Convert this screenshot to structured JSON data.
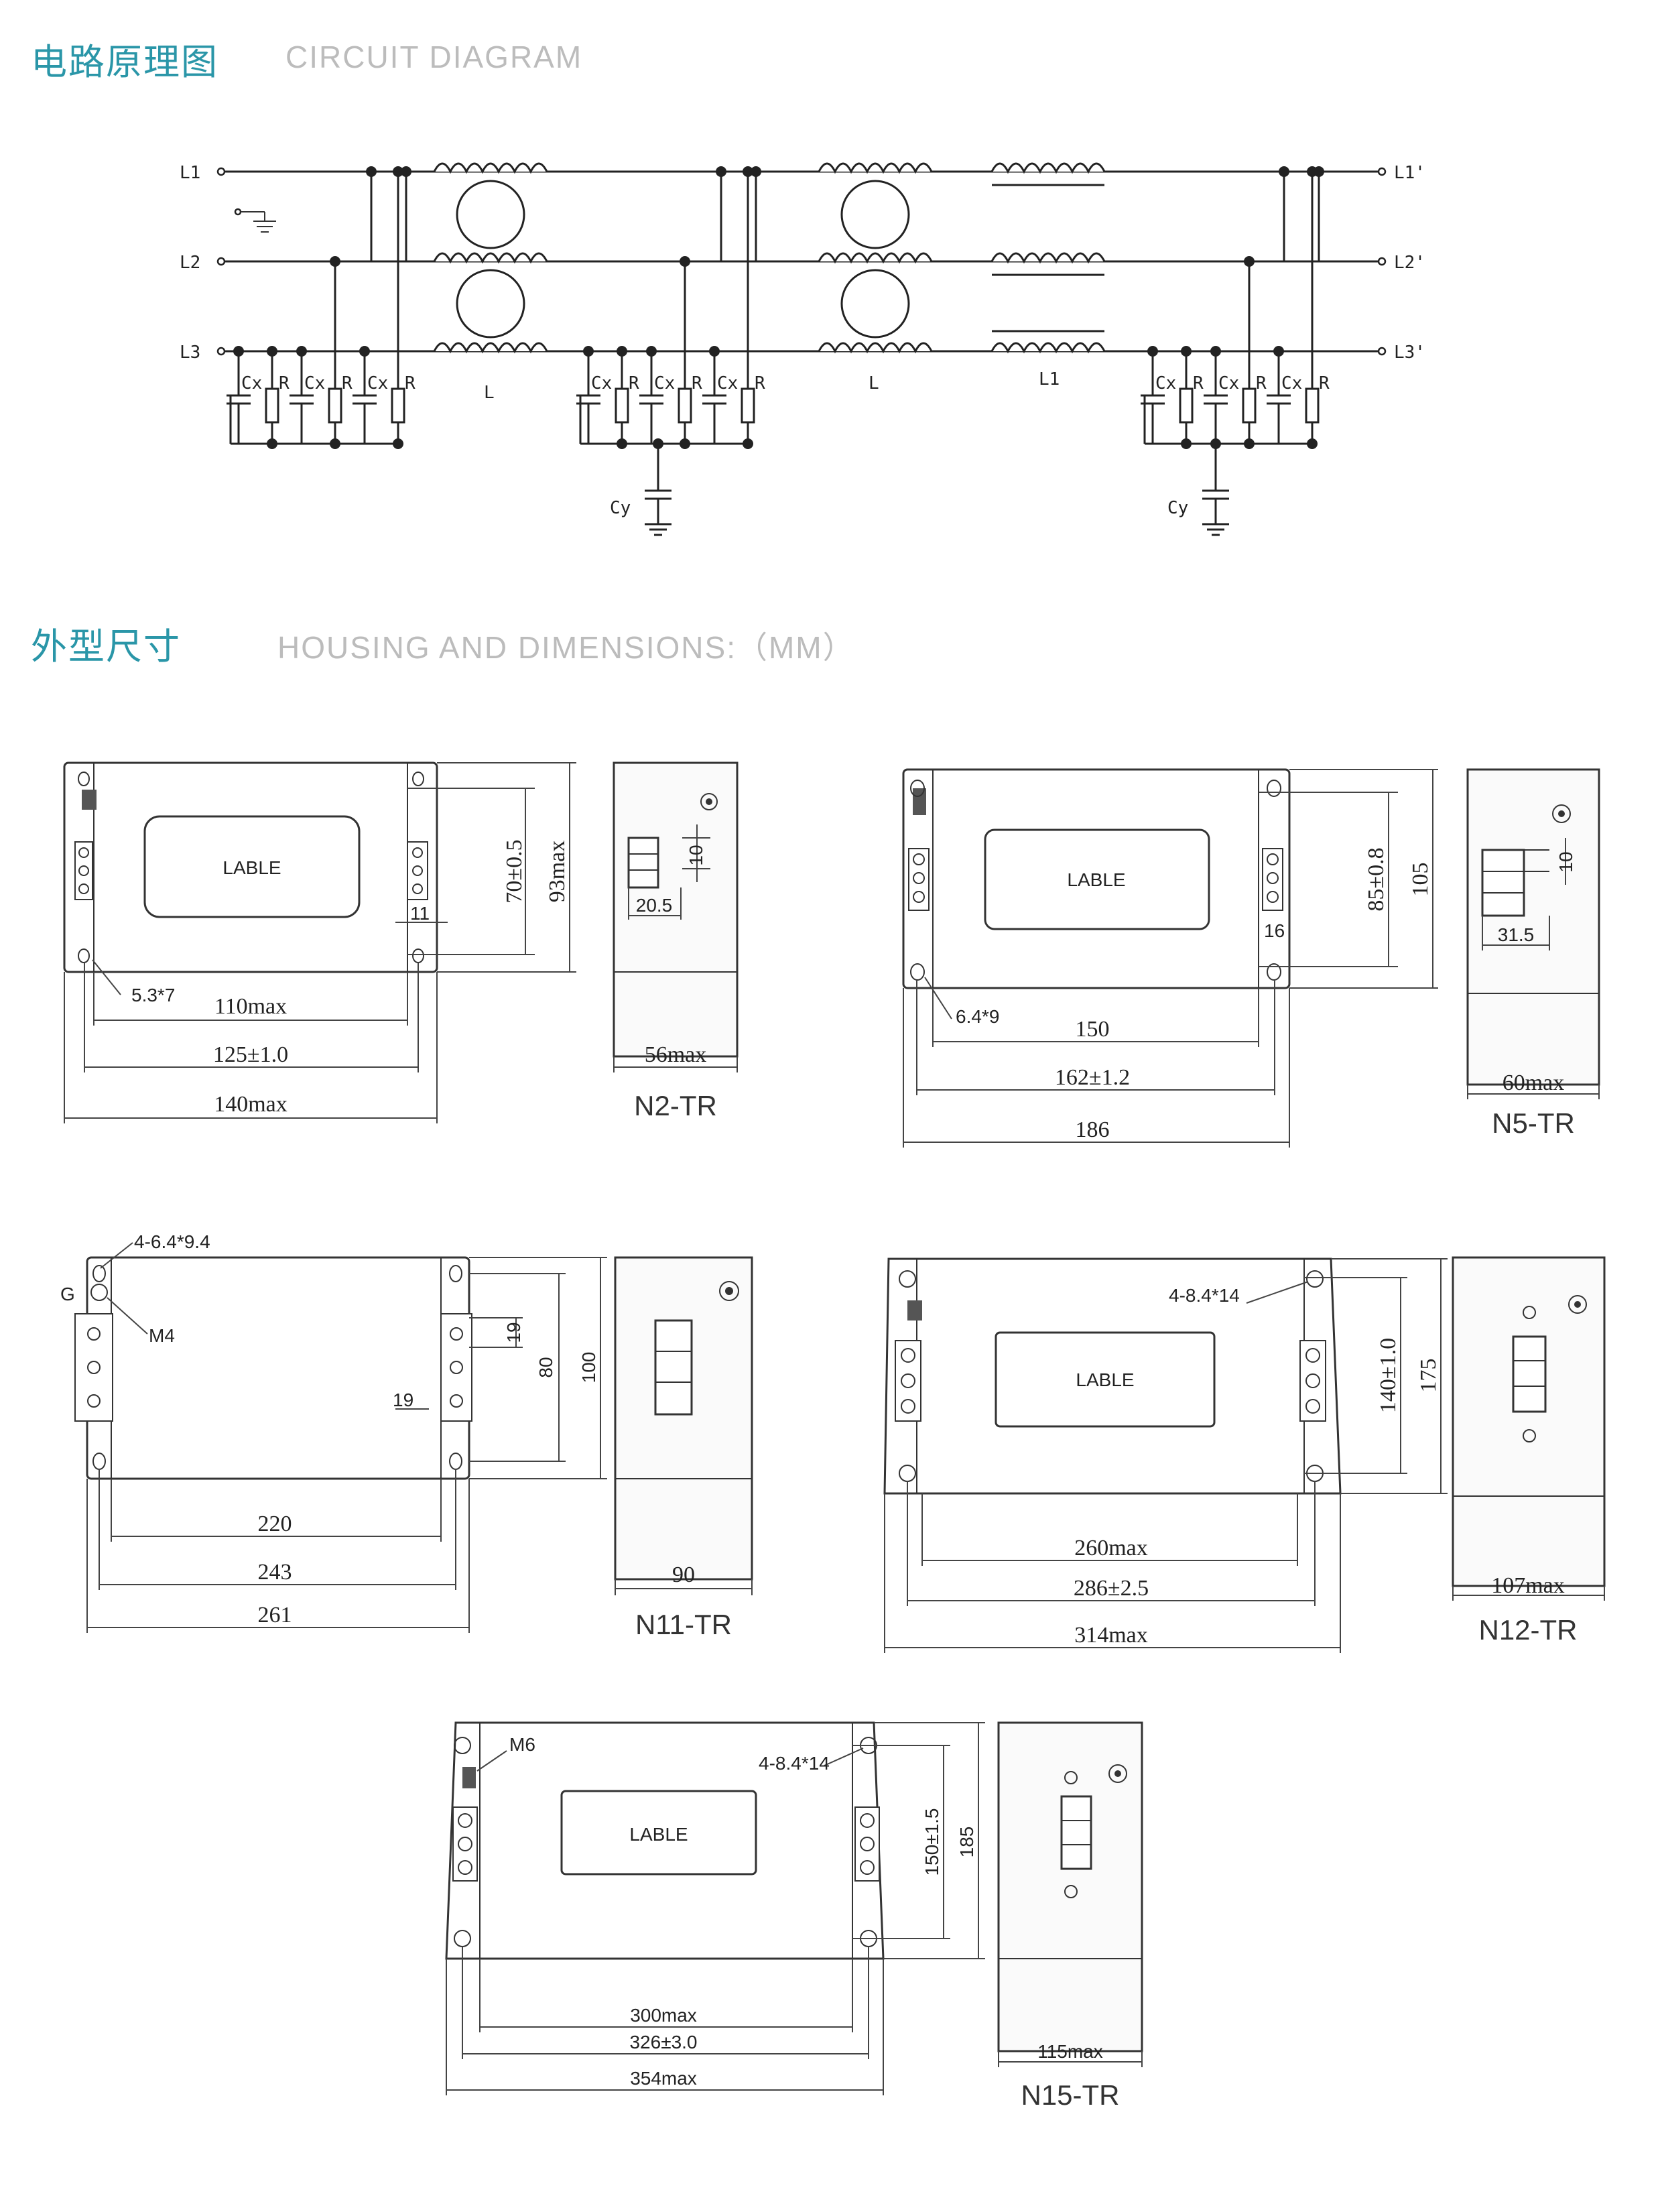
{
  "sections": {
    "circuit": {
      "title_cn": "电路原理图",
      "title_en": "CIRCUIT DIAGRAM"
    },
    "housing": {
      "title_cn": "外型尺寸",
      "title_en": "HOUSING AND DIMENSIONS:（MM）"
    }
  },
  "circuit": {
    "inputs": [
      "L1",
      "L2",
      "L3"
    ],
    "outputs": [
      "L1'",
      "L2'",
      "L3'"
    ],
    "cx_label": "Cx",
    "r_label": "R",
    "cy_label": "Cy",
    "choke_label_1": "L",
    "choke_label_2": "L",
    "inductor_label": "L1"
  },
  "drawings": {
    "n2": {
      "model": "N2-TR",
      "label": "LABLE",
      "d_hole": "5.3*7",
      "d_110": "110max",
      "d_125": "125±1.0",
      "d_140": "140max",
      "d_70": "70±0.5",
      "d_93": "93max",
      "d_11": "11",
      "d_10": "10",
      "d_205": "20.5",
      "d_56": "56max"
    },
    "n5": {
      "model": "N5-TR",
      "label": "LABLE",
      "d_hole": "6.4*9",
      "d_150": "150",
      "d_162": "162±1.2",
      "d_186": "186",
      "d_85": "85±0.8",
      "d_105": "105",
      "d_16": "16",
      "d_10": "10",
      "d_315": "31.5",
      "d_60": "60max"
    },
    "n11": {
      "model": "N11-TR",
      "d_hole": "4-6.4*9.4",
      "d_g": "G",
      "d_m4": "M4",
      "d_19a": "19",
      "d_19b": "19",
      "d_80": "80",
      "d_100": "100",
      "d_220": "220",
      "d_243": "243",
      "d_261": "261",
      "d_90": "90"
    },
    "n12": {
      "model": "N12-TR",
      "label": "LABLE",
      "d_hole": "4-8.4*14",
      "d_140": "140±1.0",
      "d_175": "175",
      "d_260": "260max",
      "d_286": "286±2.5",
      "d_314": "314max",
      "d_107": "107max"
    },
    "n15": {
      "model": "N15-TR",
      "label": "LABLE",
      "d_m6": "M6",
      "d_hole": "4-8.4*14",
      "d_150": "150±1.5",
      "d_185": "185",
      "d_300": "300max",
      "d_326": "326±3.0",
      "d_354": "354max",
      "d_115": "115max"
    }
  }
}
